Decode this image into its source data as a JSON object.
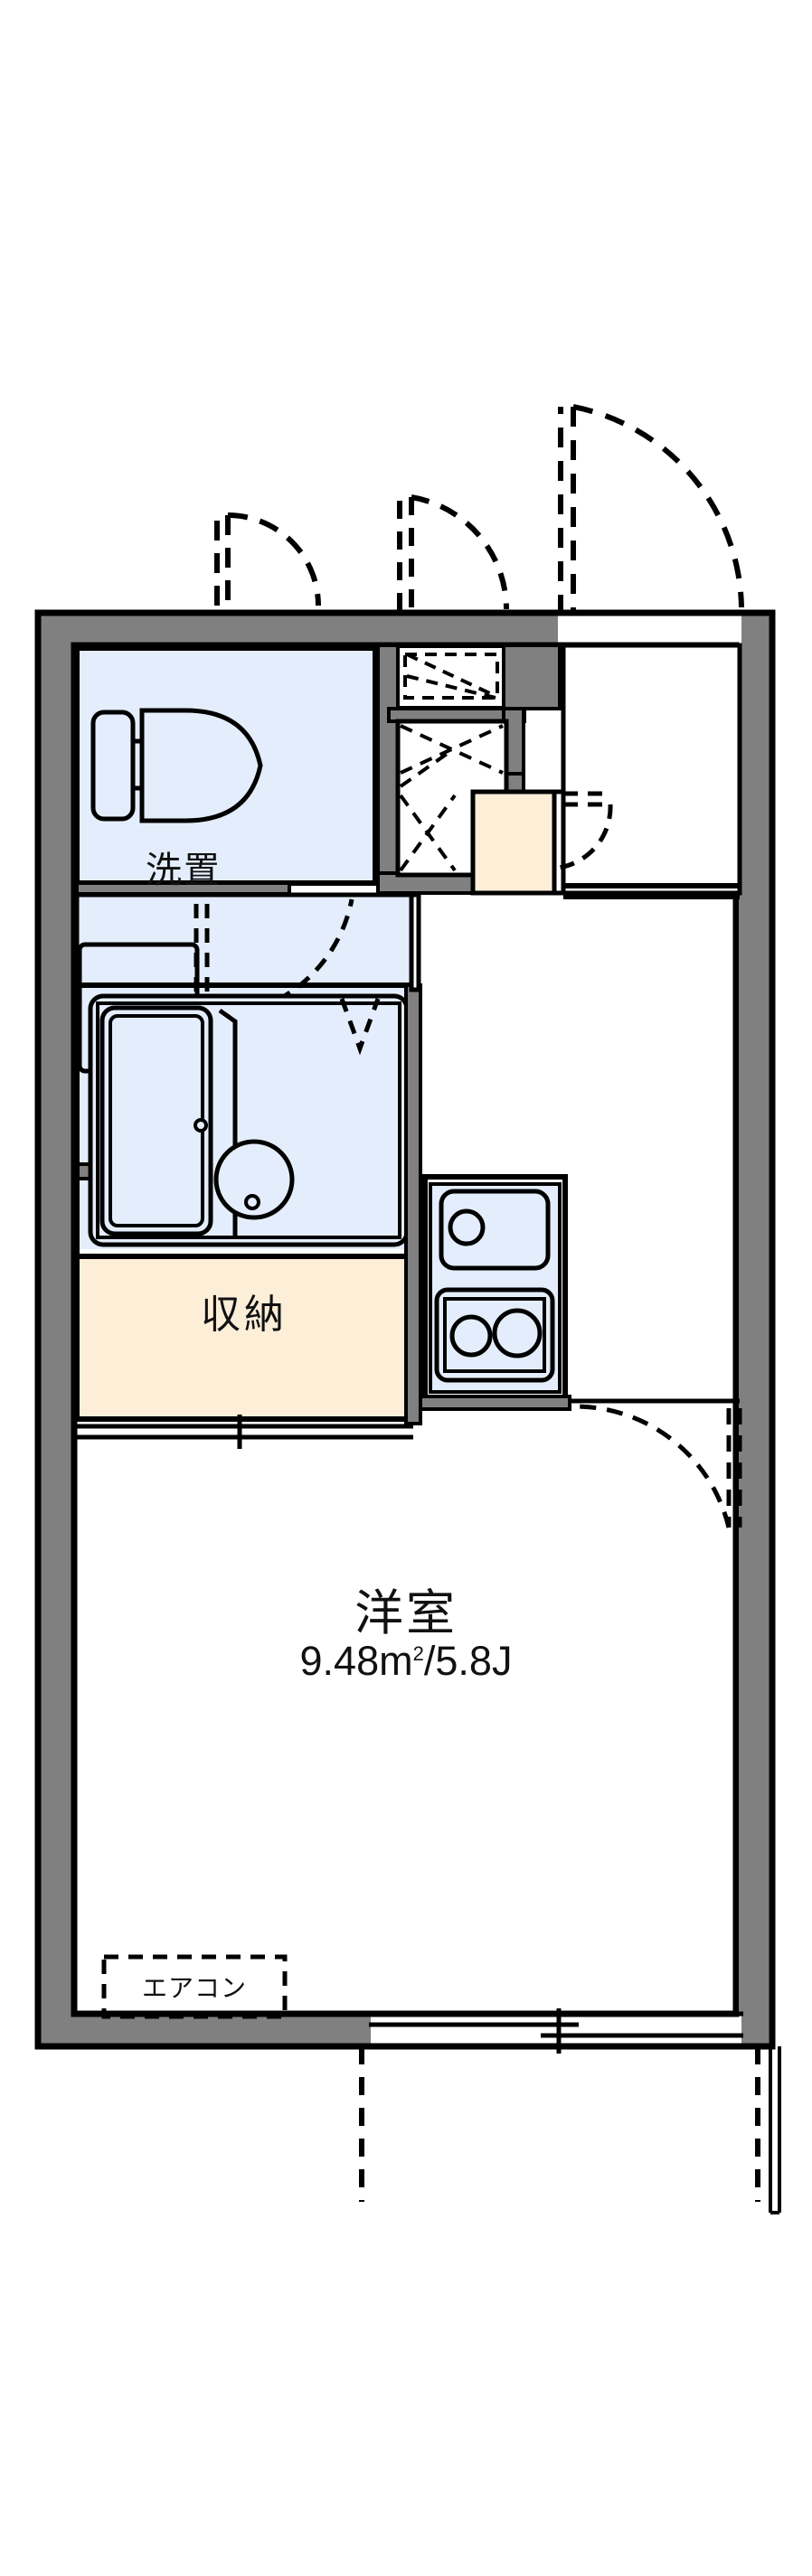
{
  "document": {
    "kind": "japanese-apartment-floor-plan",
    "layout_type": "1K"
  },
  "colors": {
    "wall_outline": "#000000",
    "wall_fill": "#808080",
    "water_room_fill": "#e4edfb",
    "closet_fill": "#fdeed8",
    "genkan_fill": "#fdeed8",
    "background": "#ffffff",
    "text": "#111111"
  },
  "rooms": {
    "main_room": {
      "name": "洋室",
      "area": "9.48",
      "area_unit": "m",
      "area_superscript": "2",
      "separator": "/",
      "tatami": "5.8J",
      "area_line": "9.48m/5.8J"
    },
    "closet": {
      "label": "収納"
    },
    "washer_space": {
      "label": "洗置"
    },
    "toilet": {
      "label": ""
    },
    "unit_bath": {
      "label": ""
    },
    "kitchen": {
      "label": ""
    },
    "entrance": {
      "label": ""
    }
  },
  "fixtures": {
    "toilet": "toilet-fixture",
    "bathtub": "bathtub-fixture",
    "washbasin": "washbasin-fixture",
    "kitchen_sink": "sink-fixture",
    "stove": "two-burner-stove-fixture",
    "washer_pan": "washing-machine-pan"
  },
  "annotations": {
    "aircon": {
      "label": "エアコン"
    }
  },
  "openings": {
    "entrance_door": "entrance-swing-door",
    "toilet_door": "toilet-swing-door",
    "bath_door": "bath-folding-door",
    "washroom_door": "washroom-swing-door",
    "room_door": "room-swing-door",
    "closet_door": "closet-sliding-door",
    "balcony_window": "balcony-sliding-window",
    "shoe_box": "shoe-box",
    "top_window": "upper-sliding-window"
  }
}
